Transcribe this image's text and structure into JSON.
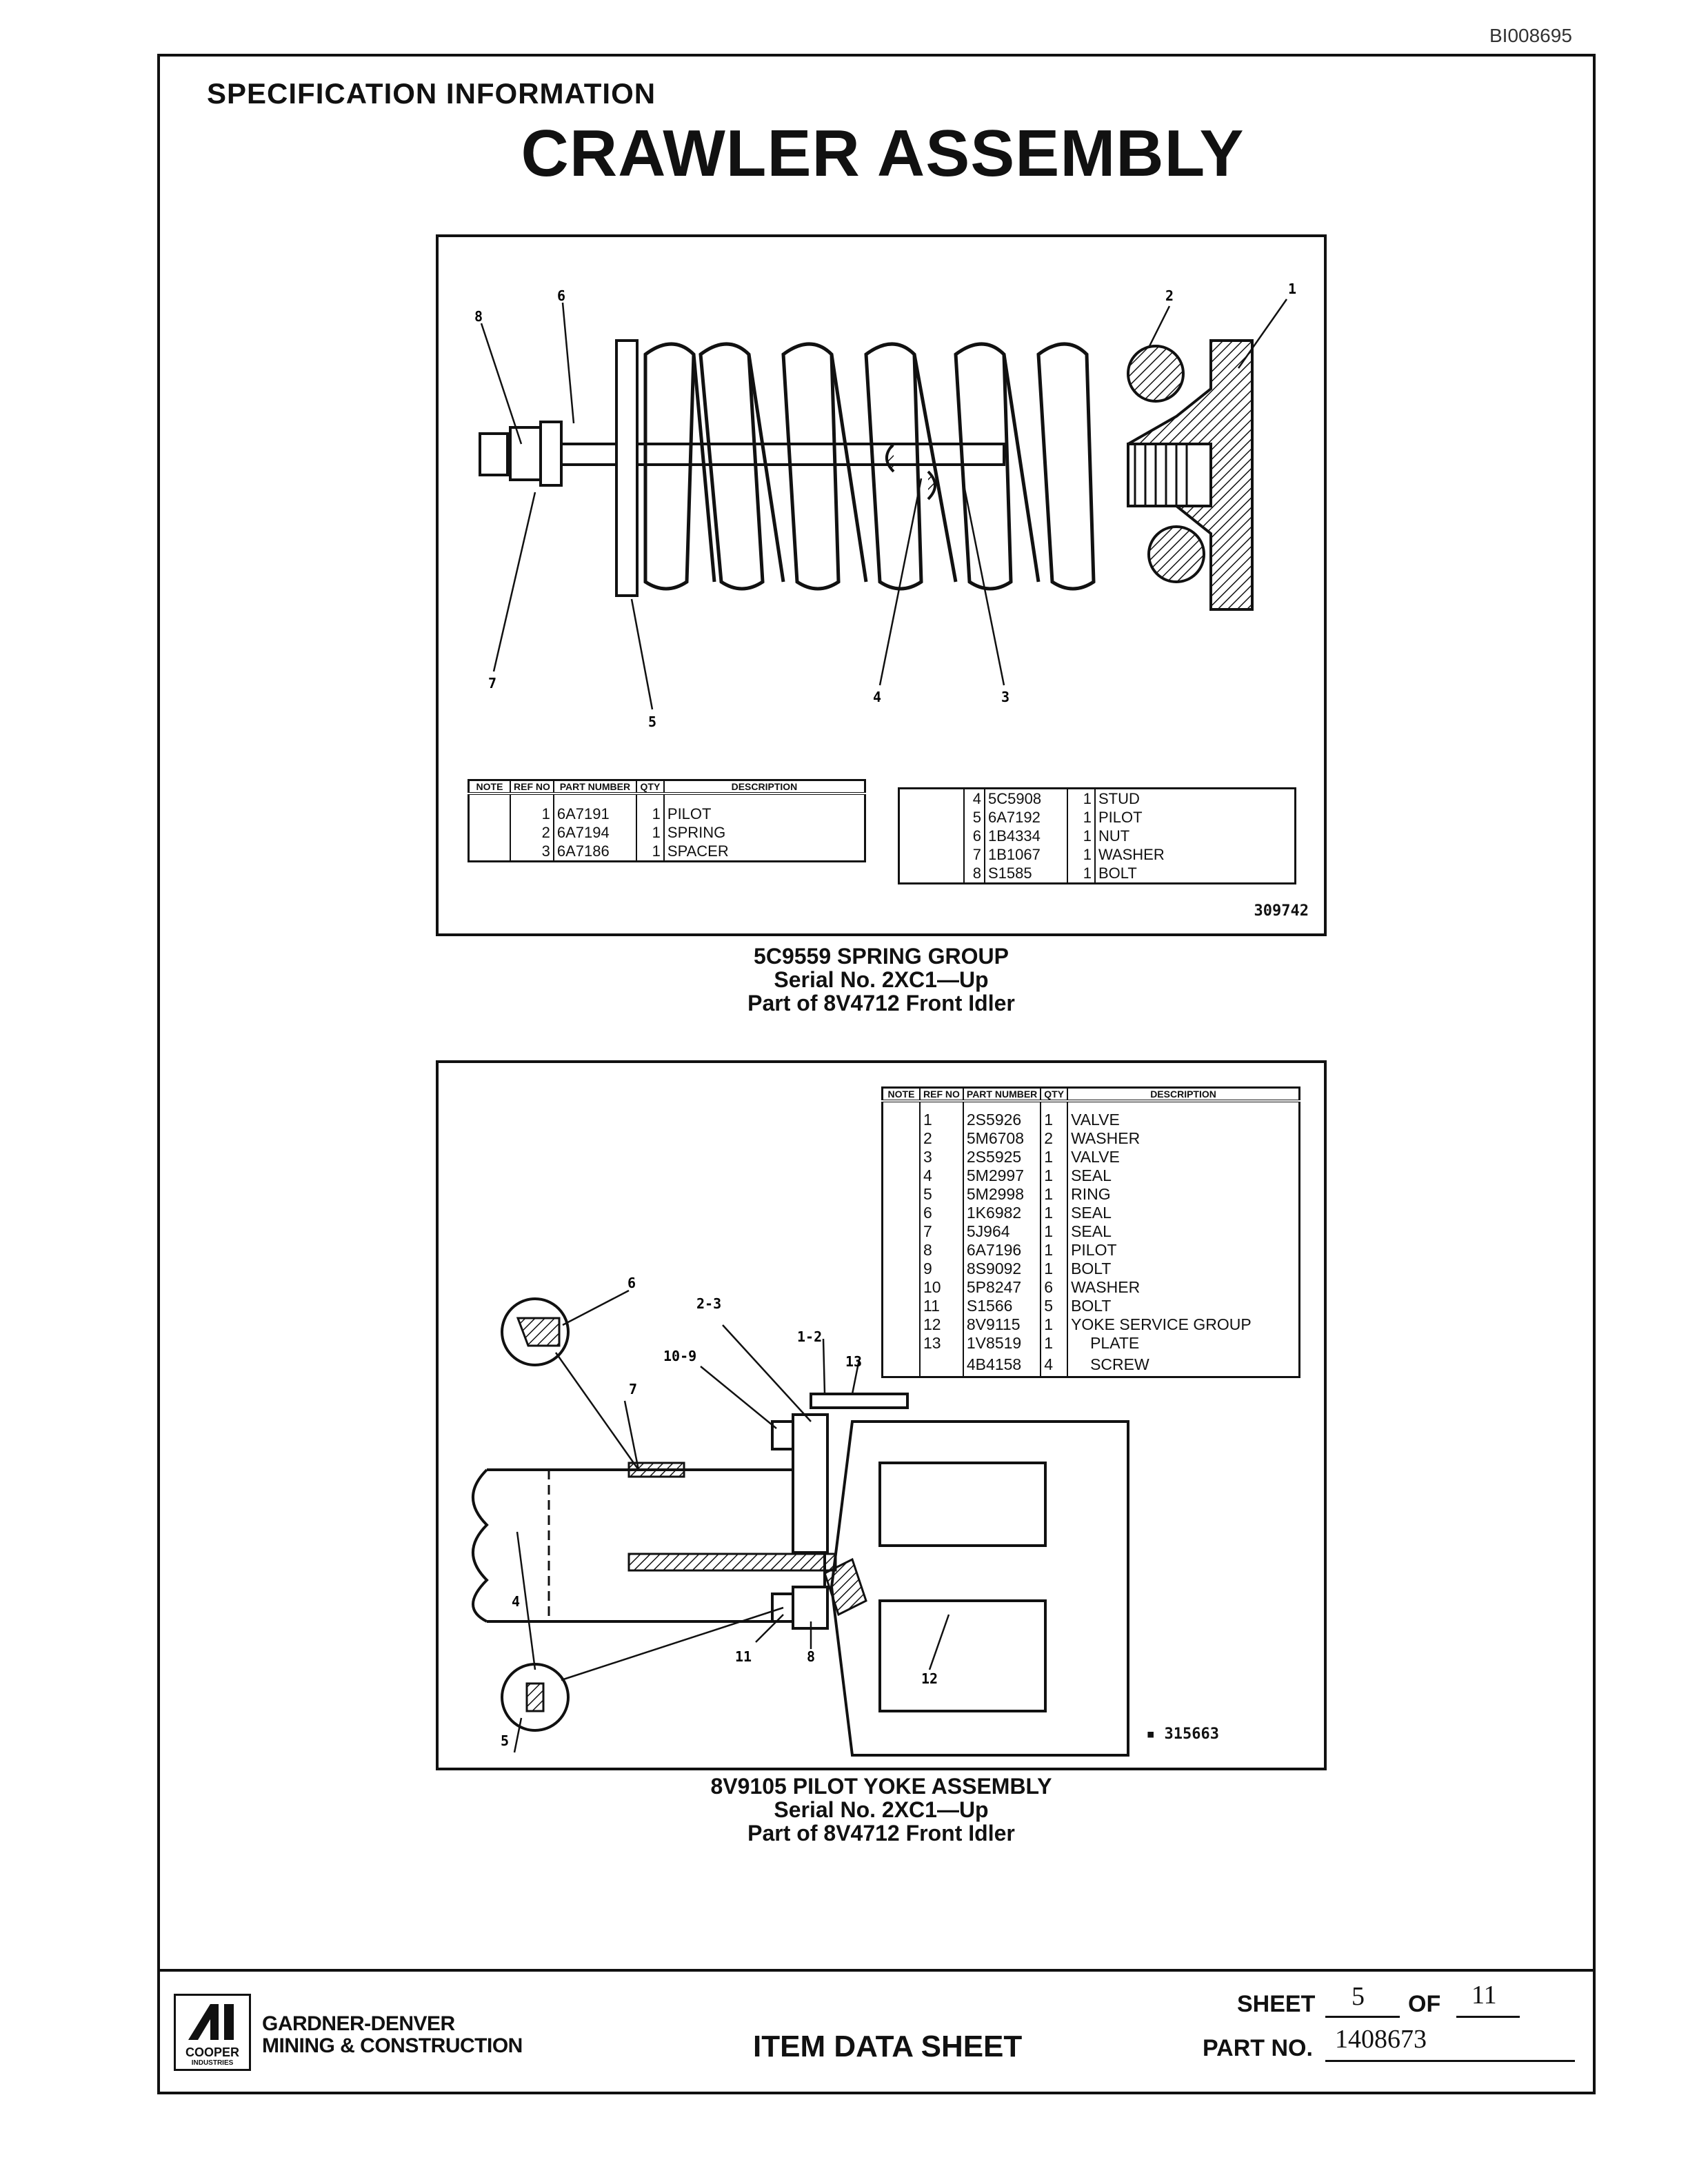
{
  "doc_id": "BI008695",
  "header": {
    "spec_label": "SPECIFICATION INFORMATION",
    "title": "CRAWLER ASSEMBLY"
  },
  "figure1": {
    "drawing_number": "309742",
    "callouts": [
      "1",
      "2",
      "3",
      "4",
      "5",
      "6",
      "7",
      "8"
    ],
    "table_headers": {
      "note": "NOTE",
      "ref_no": "REF NO",
      "part_number": "PART NUMBER",
      "qty": "QTY",
      "description": "DESCRIPTION"
    },
    "rows_left": [
      {
        "ref": "1",
        "part": "6A7191",
        "qty": "1",
        "desc": "PILOT"
      },
      {
        "ref": "2",
        "part": "6A7194",
        "qty": "1",
        "desc": "SPRING"
      },
      {
        "ref": "3",
        "part": "6A7186",
        "qty": "1",
        "desc": "SPACER"
      }
    ],
    "rows_right": [
      {
        "ref": "4",
        "part": "5C5908",
        "qty": "1",
        "desc": "STUD"
      },
      {
        "ref": "5",
        "part": "6A7192",
        "qty": "1",
        "desc": "PILOT"
      },
      {
        "ref": "6",
        "part": "1B4334",
        "qty": "1",
        "desc": "NUT"
      },
      {
        "ref": "7",
        "part": "1B1067",
        "qty": "1",
        "desc": "WASHER"
      },
      {
        "ref": "8",
        "part": "S1585",
        "qty": "1",
        "desc": "BOLT"
      }
    ],
    "caption": [
      "5C9559 SPRING GROUP",
      "Serial No. 2XC1—Up",
      "Part of 8V4712 Front Idler"
    ]
  },
  "figure2": {
    "drawing_number": "▪ 315663",
    "callouts": [
      "1-2",
      "2-3",
      "4",
      "5",
      "6",
      "7",
      "8",
      "10-9",
      "11",
      "12",
      "13"
    ],
    "table_headers": {
      "note": "NOTE",
      "ref_no": "REF NO",
      "part_number": "PART NUMBER",
      "qty": "QTY",
      "description": "DESCRIPTION"
    },
    "rows": [
      {
        "ref": "1",
        "part": "2S5926",
        "qty": "1",
        "desc": "VALVE"
      },
      {
        "ref": "2",
        "part": "5M6708",
        "qty": "2",
        "desc": "WASHER"
      },
      {
        "ref": "3",
        "part": "2S5925",
        "qty": "1",
        "desc": "VALVE"
      },
      {
        "ref": "4",
        "part": "5M2997",
        "qty": "1",
        "desc": "SEAL"
      },
      {
        "ref": "5",
        "part": "5M2998",
        "qty": "1",
        "desc": "RING"
      },
      {
        "ref": "6",
        "part": "1K6982",
        "qty": "1",
        "desc": "SEAL"
      },
      {
        "ref": "7",
        "part": "5J964",
        "qty": "1",
        "desc": "SEAL"
      },
      {
        "ref": "8",
        "part": "6A7196",
        "qty": "1",
        "desc": "PILOT"
      },
      {
        "ref": "9",
        "part": "8S9092",
        "qty": "1",
        "desc": "BOLT"
      },
      {
        "ref": "10",
        "part": "5P8247",
        "qty": "6",
        "desc": "WASHER"
      },
      {
        "ref": "11",
        "part": "S1566",
        "qty": "5",
        "desc": "BOLT"
      },
      {
        "ref": "12",
        "part": "8V9115",
        "qty": "1",
        "desc": "YOKE SERVICE GROUP"
      },
      {
        "ref": "13",
        "part": "1V8519",
        "qty": "1",
        "desc": "PLATE"
      },
      {
        "ref": "",
        "part": "4B4158",
        "qty": "4",
        "desc": "SCREW"
      }
    ],
    "caption": [
      "8V9105 PILOT YOKE ASSEMBLY",
      "Serial No. 2XC1—Up",
      "Part of 8V4712 Front Idler"
    ]
  },
  "footer": {
    "company_line1": "GARDNER-DENVER",
    "company_line2": "MINING & CONSTRUCTION",
    "logo_text": "COOPER",
    "logo_subtext": "INDUSTRIES",
    "sheet_title": "ITEM DATA SHEET",
    "sheet_label": "SHEET",
    "sheet_number": "5",
    "of_label": "OF",
    "sheet_total": "11",
    "part_label": "PART NO.",
    "part_number": "1408673"
  }
}
